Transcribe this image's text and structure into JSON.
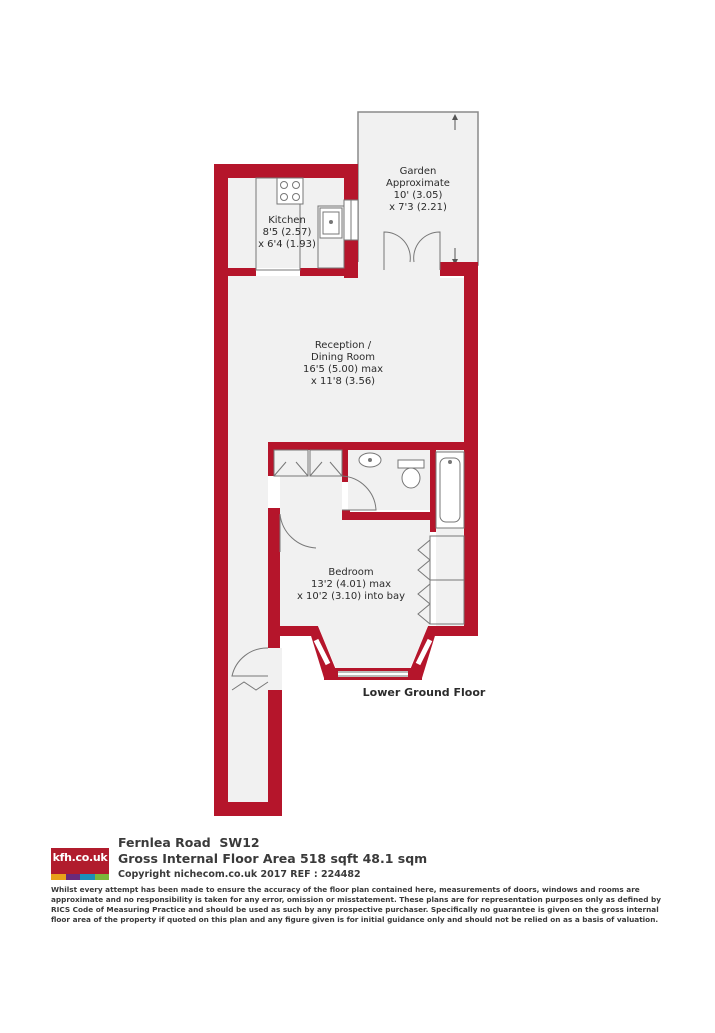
{
  "rooms": {
    "garden": {
      "name_line1": "Garden",
      "name_line2": "Approximate",
      "dim1": "10' (3.05)",
      "dim2": "x 7'3 (2.21)"
    },
    "kitchen": {
      "name": "Kitchen",
      "dim1": "8'5 (2.57)",
      "dim2": "x 6'4 (1.93)"
    },
    "reception": {
      "name_line1": "Reception /",
      "name_line2": "Dining Room",
      "dim1": "16'5 (5.00) max",
      "dim2": "x 11'8 (3.56)"
    },
    "bedroom": {
      "name": "Bedroom",
      "dim1": "13'2 (4.01) max",
      "dim2": "x 10'2 (3.10) into bay"
    }
  },
  "floor_label": "Lower Ground Floor",
  "footer": {
    "logo_text": "kfh.co.uk",
    "logo_colors": [
      "#e8a21a",
      "#6a2a7a",
      "#1b8fb8",
      "#7ab83a"
    ],
    "address": "Fernlea Road  SW12",
    "area": "Gross Internal Floor Area 518 sqft 48.1 sqm",
    "copyright": "Copyright nichecom.co.uk 2017 REF : 224482",
    "disclaimer": "Whilst every attempt has been made to ensure the accuracy of the floor plan contained here, measurements of doors, windows and rooms are approximate and no responsibility is taken for any error, omission or misstatement.  These plans are for representation purposes only as defined by RICS Code of Measuring Practice and should be used as such by any prospective purchaser.  Specifically no guarantee is given on the gross internal floor area of the property if quoted on this plan and any figure given is for initial guidance only and should not be relied on as a basis of valuation."
  },
  "colors": {
    "wall": "#b5152b",
    "floor": "#f1f1f1",
    "fixture_stroke": "#777777"
  }
}
